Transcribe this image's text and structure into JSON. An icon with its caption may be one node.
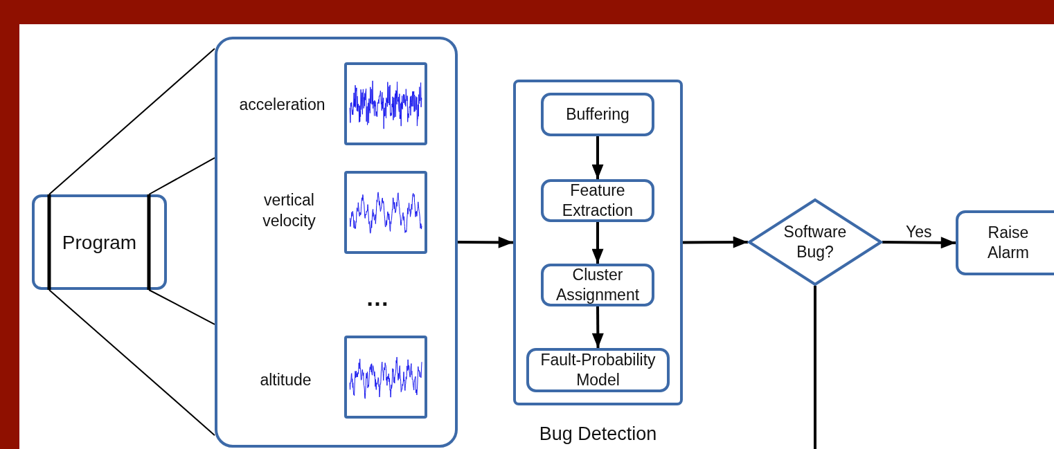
{
  "diagram": {
    "nodes": [
      {
        "text": [
          "Program"
        ]
      },
      {
        "text": [],
        "shape": "box"
      },
      {
        "text": [],
        "shape": "picture",
        "in": 1,
        "beside": [
          "acceleration"
        ]
      },
      {
        "text": [],
        "shape": "picture",
        "in": 1,
        "beside": [
          "vertical velocity"
        ]
      },
      {
        "text": [],
        "shape": "picture",
        "in": 1,
        "beside": [
          "altitude"
        ]
      },
      {
        "text": [
          "Bug Detection"
        ]
      },
      {
        "text": [
          "Buffering"
        ],
        "in": 5
      },
      {
        "text": [
          "Feature Extraction"
        ],
        "in": 5
      },
      {
        "text": [
          "Cluster Assignment"
        ],
        "in": 5
      },
      {
        "text": [
          "Fault-Probability Model"
        ],
        "in": 5
      },
      {
        "text": [
          "Software Bug?"
        ]
      },
      {
        "text": [
          "Raise Alarm"
        ]
      }
    ],
    "edges": [
      {
        "from": 0,
        "to": 1,
        "arrow": "none"
      },
      {
        "from": 0,
        "to": 1,
        "arrow": "none"
      },
      {
        "from": 0,
        "to": 1,
        "arrow": "none"
      },
      {
        "from": 0,
        "to": 1,
        "arrow": "none"
      },
      {
        "from": 1,
        "to": 5,
        "arrow": "to"
      },
      {
        "from": 6,
        "to": 7,
        "arrow": "to"
      },
      {
        "from": 7,
        "to": 8,
        "arrow": "to"
      },
      {
        "from": 8,
        "to": 9,
        "arrow": "to"
      },
      {
        "from": 5,
        "to": 10,
        "arrow": "to"
      },
      {
        "from": 10,
        "to": 11,
        "arrow": "to",
        "label": "Yes"
      },
      {
        "from": 10,
        "to": null,
        "arrow": "none"
      }
    ],
    "labels": [
      "…"
    ]
  }
}
